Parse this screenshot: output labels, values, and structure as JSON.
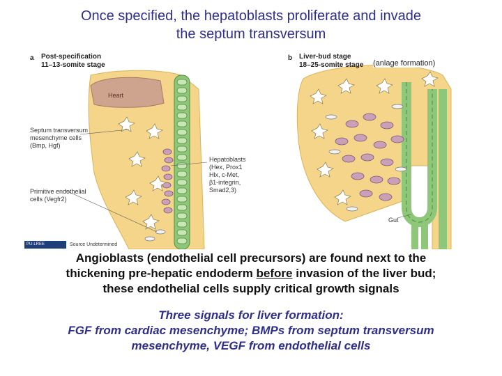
{
  "title": {
    "line1": "Once specified, the hepatoblasts proliferate and invade",
    "line2": "the septum transversum"
  },
  "figure": {
    "panel_a": {
      "letter": "a",
      "title1": "Post-specification",
      "title2": "11–13-somite stage",
      "labels": {
        "heart": "Heart",
        "septum1": "Septum transversum",
        "septum2": "mesenchyme cells",
        "septum3": "(Bmp, Hgf)",
        "primitive1": "Primitive endothelial",
        "primitive2": "cells (Vegfr2)",
        "hepato1": "Hepatoblasts",
        "hepato2": "(Hex, Prox1",
        "hepato3": "Hlx, c-Met,",
        "hepato4": "β1-integrin,",
        "hepato5": "Smad2,3)"
      }
    },
    "panel_b": {
      "letter": "b",
      "title1": "Liver-bud stage",
      "title2": "18–25-somite stage",
      "anlage": "(anlage formation)",
      "labels": {
        "gut": "Gut"
      }
    },
    "colors": {
      "mesenchyme": "#f4d58a",
      "endoderm": "#8fc77a",
      "hepatoblast": "#c9a0b8",
      "heart": "#cfa48e",
      "endothelial": "#f2f2f2"
    }
  },
  "source": {
    "logo_text": "PU-LREE",
    "text": "Source Undetermined"
  },
  "body": {
    "part1": "Angioblasts (endothelial cell precursors) are found next to the",
    "part2a": "thickening pre-hepatic endoderm ",
    "part2b": "before",
    "part2c": " invasion of the liver bud;",
    "part3": "these endothelial cells supply critical growth signals"
  },
  "signals": {
    "line1": "Three signals for liver formation:",
    "line2": "FGF from cardiac mesenchyme; BMPs from septum transversum",
    "line3": "mesenchyme, VEGF from endothelial cells"
  }
}
